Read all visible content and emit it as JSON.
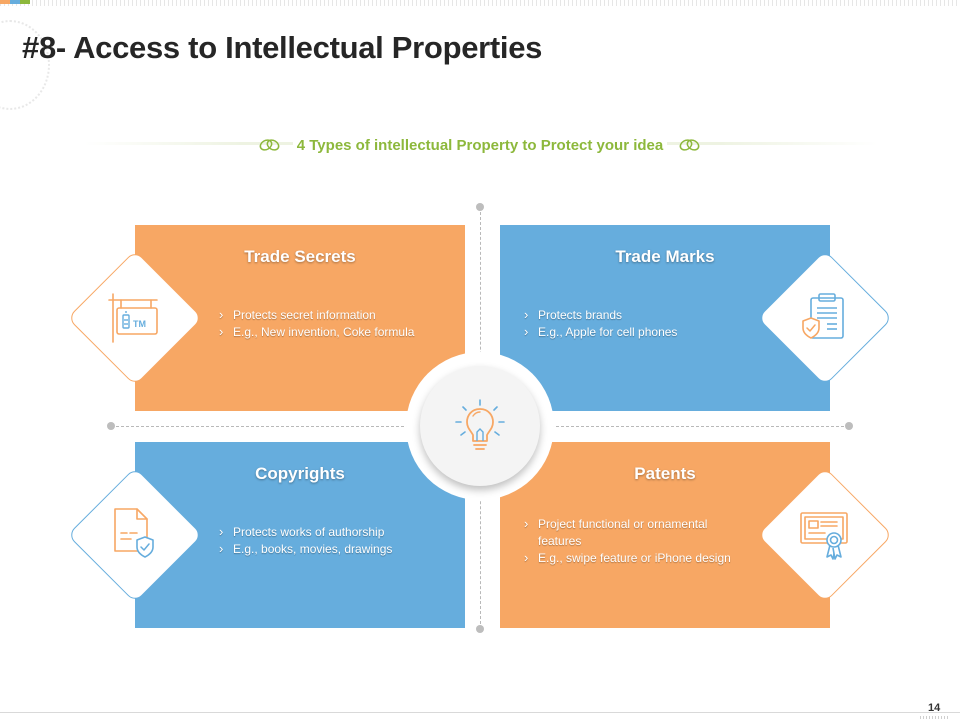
{
  "title": "#8- Access to Intellectual Properties",
  "subtitle": "4 Types of intellectual Property to Protect your idea",
  "colors": {
    "orange": "#f7a764",
    "blue": "#66addd",
    "green": "#8db83c",
    "accent_strip": [
      "#f7a764",
      "#66addd",
      "#8db83c"
    ]
  },
  "quadrants": {
    "trade_secrets": {
      "title": "Trade Secrets",
      "points": [
        "Protects secret information",
        "E.g., New invention,  Coke formula"
      ],
      "icon": "signboard-trademark-icon"
    },
    "trade_marks": {
      "title": "Trade Marks",
      "points": [
        "Protects brands",
        "E.g., Apple for cell phones"
      ],
      "icon": "clipboard-shield-icon"
    },
    "copyrights": {
      "title": "Copyrights",
      "points": [
        "Protects works of authorship",
        "E.g., books, movies, drawings"
      ],
      "icon": "document-shield-icon"
    },
    "patents": {
      "title": "Patents",
      "points": [
        "Project functional or ornamental features",
        "E.g., swipe feature or iPhone design"
      ],
      "icon": "certificate-ribbon-icon"
    }
  },
  "center_icon": "lightbulb-icon",
  "page_number": "14"
}
